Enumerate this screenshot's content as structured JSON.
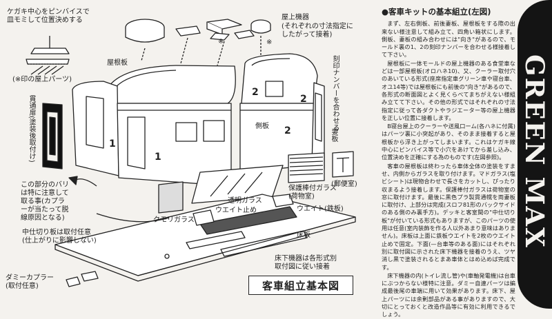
{
  "diagram": {
    "caption": "客車組立基本図",
    "labels": {
      "marking_note": "ケガキ中心をピンバイスで\n皿モミして位置決めする",
      "roof_parts_note": "(※印の屋上パーツ)",
      "roof_equipment": "屋上機器",
      "roof_equipment_note": "(それぞれの寸法指定に\nしたがって接着)",
      "roof_board": "屋根板",
      "engraved_number": "刻印ナンバーを合わせる",
      "side_board": "側板",
      "end_board": "妻板",
      "gangway_door": "貫通扉(塗装後取付け)",
      "bar_note": "この部分のバリ\nは特に注意して\n取る事(カプラ\nーが当たって脱\n線原因となる)",
      "frosted_glass": "クモリガラス",
      "clear_glass": "透明ガラス",
      "weight_stopper": "ウエイト止め",
      "weight_iron": "ウエイト(鉄板)",
      "protective_glass": "保護棒付ガラス\n(荷物室)",
      "luggage_room": "(郵便室)",
      "partition_note": "中仕切り板は取付任意\n(仕上がりに影響しない)",
      "floor_board": "床板",
      "underfloor_note": "床下機器は各形式別\n取付図に従い接着",
      "dummy_coupler": "ダミーカプラー\n(取付任意)",
      "num1": "1",
      "num2": "2",
      "asterisk": "※"
    }
  },
  "article": {
    "title": "●客車キットの基本組立(左図)",
    "paragraphs": [
      "まず、左右側板、前後妻板、屋根板をする際の出来ない様注意して組み立て、四角い箱状にします。側板、妻板の組み合わせには\"向き\"があるので、モールド裏の1、2の刻印ナンバーを合わせる様接着して下さい。",
      "屋根板に一体モールドの屋上機器のある食堂車などは一部屋根板(オロハネ10)、又、クーラー取付穴のあいている形式(座席指定車グリーン車や寝台車、オユ14等)では屋根板にも前後の\"向き\"があるので、各形式の断面図とよく見くらべてまちがえない様組み立てて下さい。その他の形式ではそれぞれの寸法指定に従って各ダクトやラジエーター等の屋上機器を正しい位置に接着します。",
      "B寝台屋上のクーラーや送風口ーム(各ハネに付属)はパーツ裏に小突起があり、そのまま接着すると屋根板から浮き上がってしまいます。これはケガキ線中心にピンバイス等で小穴をあけてから差し込み、位置決めを正確にする為のものです(左図参照)。",
      "客車の屋根板は終わったら車体全体の塗装をすませ、内側からガラスを取り付けます。マドガラス(塩ビシート)は現物合わせで長さをカットし、ぴったり収まるよう接着します。保護棒付ガラスは荷物室の窓に取付けます。最後に黒色プラ製貫通幌を両妻板に取付け、上部分は完成(スロフ81形のバックサイドのある側のみ裏手方)。デッキと客室間の\"中仕切り板\"が付いている形式もありますが、このパーツの使用は任意(室内装飾を作る人以外あまり意味はありません)。床板は上面に鉄板ウエイトを2枚のウエイト止めで固定。下面(—台車等のある面)にはそれぞれ別に取付図に示された床下機器を接着のうえ、ツヤ消し黒で塗装されるとまあ車体とはめ込めば完成です。",
      "床下機器の内(トイレ流し管)や(車軸発電機)は台車にぶつからない様特に注意。ダミー自連パーツは編成最後尾の車端に用いて効果があります。床下、屋上パーツには余剰部品がある事がありますので、大切にとっておくと改造作品等に有効に利用できるでしょう。"
    ]
  },
  "brand": {
    "logo_text": "GREEN MAX"
  }
}
